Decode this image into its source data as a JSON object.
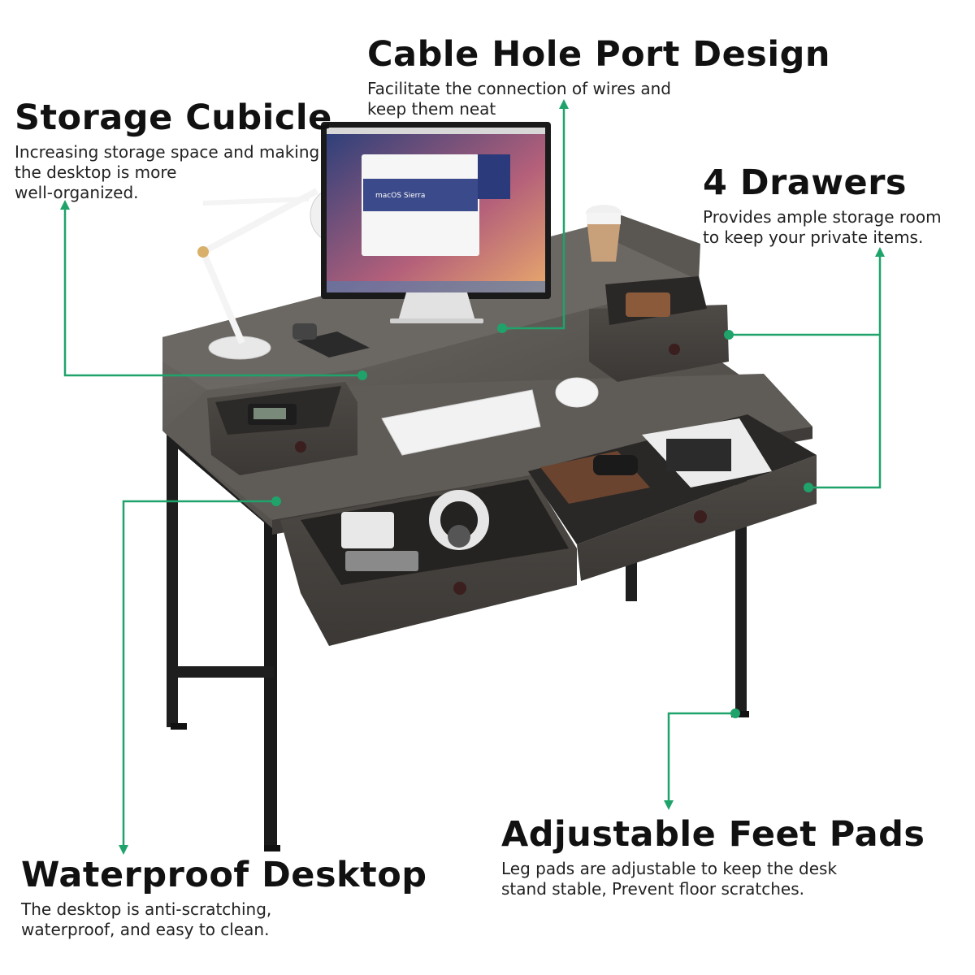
{
  "accent_color": "#1fa36b",
  "callouts": {
    "cable": {
      "title": "Cable Hole Port Design",
      "desc_line1": "Facilitate the connection of wires and",
      "desc_line2": "keep them neat"
    },
    "storage": {
      "title": "Storage Cubicle",
      "desc_line1": "Increasing storage space and making",
      "desc_line2": "the desktop is more",
      "desc_line3": "well-organized."
    },
    "drawers": {
      "title": "4 Drawers",
      "desc_line1": "Provides ample storage room",
      "desc_line2": "to keep your private items."
    },
    "feet": {
      "title": "Adjustable Feet Pads",
      "desc_line1": "Leg pads are adjustable to keep the desk",
      "desc_line2": "stand stable, Prevent floor scratches."
    },
    "desktop": {
      "title": "Waterproof Desktop",
      "desc_line1": "The desktop is anti-scratching,",
      "desc_line2": "waterproof, and easy to clean."
    }
  },
  "screen": {
    "os_label": "macOS Sierra"
  }
}
